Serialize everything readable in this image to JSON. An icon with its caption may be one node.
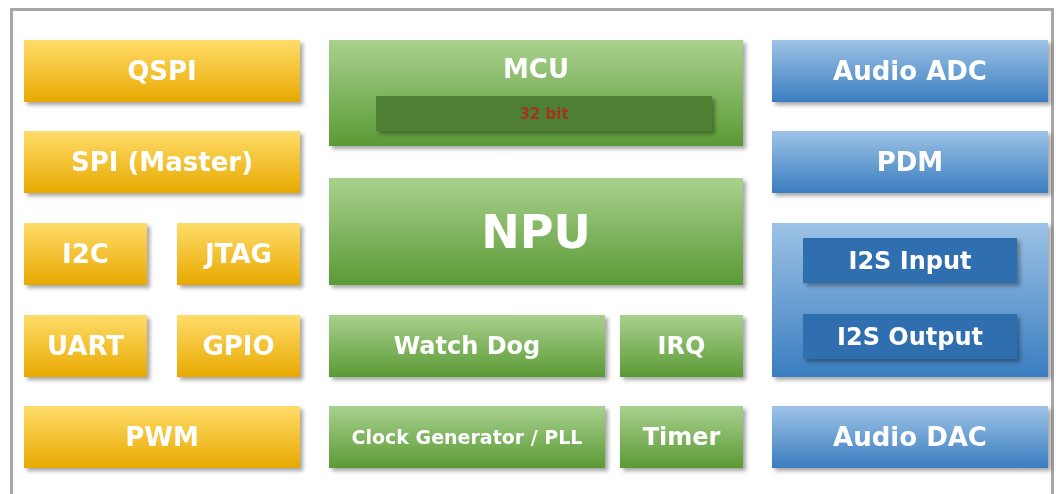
{
  "diagram": {
    "nodes": [
      {
        "text": [
          "QSPI"
        ]
      },
      {
        "text": [
          "MCU"
        ]
      },
      {
        "text": [
          "32 bit"
        ],
        "in": 1
      },
      {
        "text": [
          "Audio ADC"
        ]
      },
      {
        "text": [
          "SPI (Master)"
        ]
      },
      {
        "text": [
          "PDM"
        ]
      },
      {
        "text": [
          "NPU"
        ]
      },
      {
        "text": [
          "I2C"
        ]
      },
      {
        "text": [
          "JTAG"
        ]
      },
      {
        "text": [],
        "shape": "box"
      },
      {
        "text": [
          "I2S Input"
        ],
        "in": 9
      },
      {
        "text": [
          "I2S Output"
        ],
        "in": 9
      },
      {
        "text": [
          "UART"
        ]
      },
      {
        "text": [
          "GPIO"
        ]
      },
      {
        "text": [
          "Watch Dog"
        ]
      },
      {
        "text": [
          "IRQ"
        ]
      },
      {
        "text": [
          "PWM"
        ]
      },
      {
        "text": [
          "Clock Generator / PLL"
        ]
      },
      {
        "text": [
          "Timer"
        ]
      },
      {
        "text": [
          "Audio DAC"
        ]
      }
    ]
  }
}
